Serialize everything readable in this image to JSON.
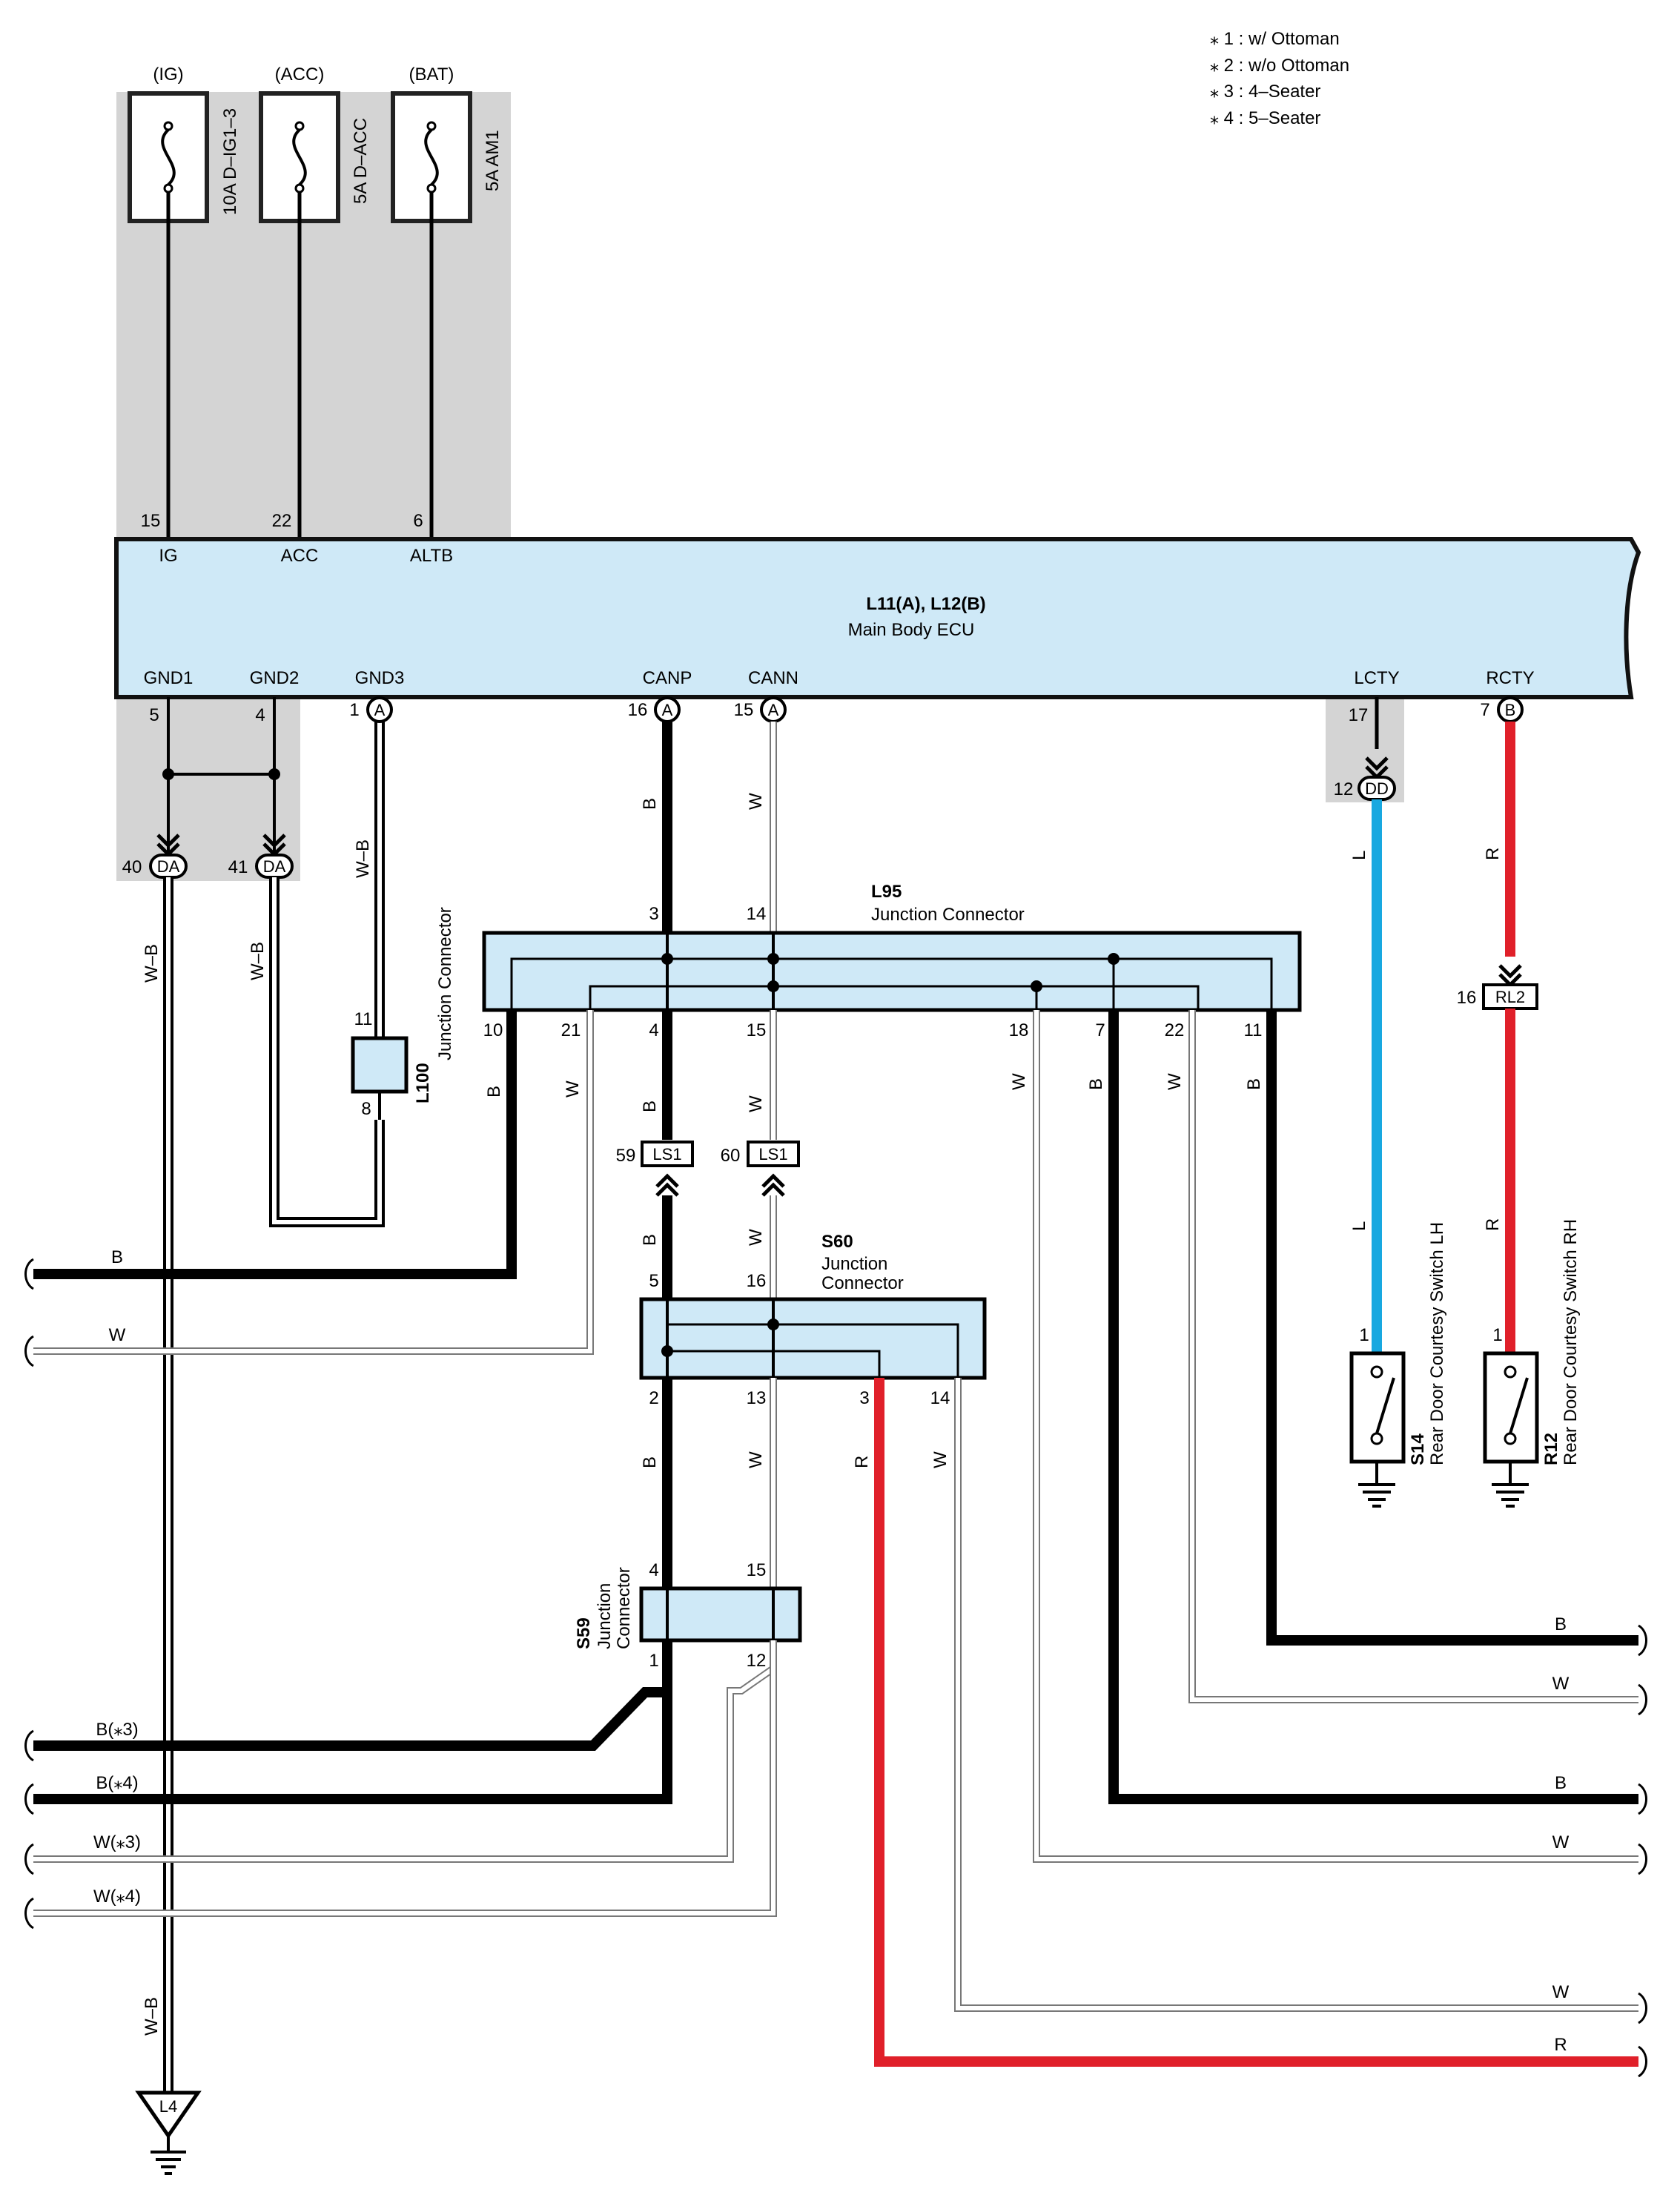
{
  "notes": {
    "n1": "⁎ 1 : w/ Ottoman",
    "n2": "⁎ 2 : w/o Ottoman",
    "n3": "⁎ 3 : 4–Seater",
    "n4": "⁎ 4 : 5–Seater"
  },
  "fuses": {
    "ig": {
      "source": "(IG)",
      "rating": "10A D–IG1–3",
      "pin": "15",
      "terminal": "IG"
    },
    "acc": {
      "source": "(ACC)",
      "rating": "5A D–ACC",
      "pin": "22",
      "terminal": "ACC"
    },
    "bat": {
      "source": "(BAT)",
      "rating": "5A AM1",
      "pin": "6",
      "terminal": "ALTB"
    }
  },
  "ecu": {
    "code": "L11(A), L12(B)",
    "name": "Main Body ECU",
    "gnd1": "GND1",
    "gnd1_pin": "5",
    "gnd2": "GND2",
    "gnd2_pin": "4",
    "gnd3": "GND3",
    "gnd3_pin": "1",
    "canp": "CANP",
    "canp_pin": "16",
    "cann": "CANN",
    "cann_pin": "15",
    "lcty": "LCTY",
    "lcty_pin": "17",
    "rcty": "RCTY",
    "rcty_pin": "7"
  },
  "connector_tags": {
    "a": "A",
    "b": "B",
    "da": "DA",
    "dd": "DD",
    "ls1": "LS1",
    "rl2": "RL2",
    "l4": "L4",
    "da_pin1": "40",
    "da_pin2": "41",
    "dd_pin": "12",
    "ls1_pin1": "59",
    "ls1_pin2": "60",
    "rl2_pin": "16"
  },
  "l95": {
    "code": "L95",
    "name": "Junction Connector",
    "p3": "3",
    "p14": "14",
    "p10": "10",
    "p21": "21",
    "p4": "4",
    "p15": "15",
    "p18": "18",
    "p7": "7",
    "p22": "22",
    "p11": "11"
  },
  "l100": {
    "code": "L100",
    "name": "Junction Connector",
    "p11": "11",
    "p8": "8"
  },
  "s60": {
    "code": "S60",
    "name1": "Junction",
    "name2": "Connector",
    "p5": "5",
    "p16": "16",
    "p2": "2",
    "p13": "13",
    "p3": "3",
    "p14": "14"
  },
  "s59": {
    "code": "S59",
    "name1": "Junction",
    "name2": "Connector",
    "p4": "4",
    "p15": "15",
    "p1": "1",
    "p12": "12"
  },
  "s14": {
    "code": "S14",
    "name": "Rear Door Courtesy Switch LH",
    "pin": "1"
  },
  "r12": {
    "code": "R12",
    "name": "Rear Door Courtesy Switch RH",
    "pin": "1"
  },
  "wires": {
    "b": "B",
    "w": "W",
    "wb": "W–B",
    "l": "L",
    "r": "R",
    "b3": "B(⁎3)",
    "b4": "B(⁎4)",
    "w3": "W(⁎3)",
    "w4": "W(⁎4)"
  },
  "colors": {
    "box_fill": "#cfe9f7",
    "gray_area": "#d4d4d4",
    "wire_blue": "#18a8e0",
    "wire_red": "#e0202a",
    "wire_black": "#111111",
    "wire_white_edge": "#777777"
  }
}
